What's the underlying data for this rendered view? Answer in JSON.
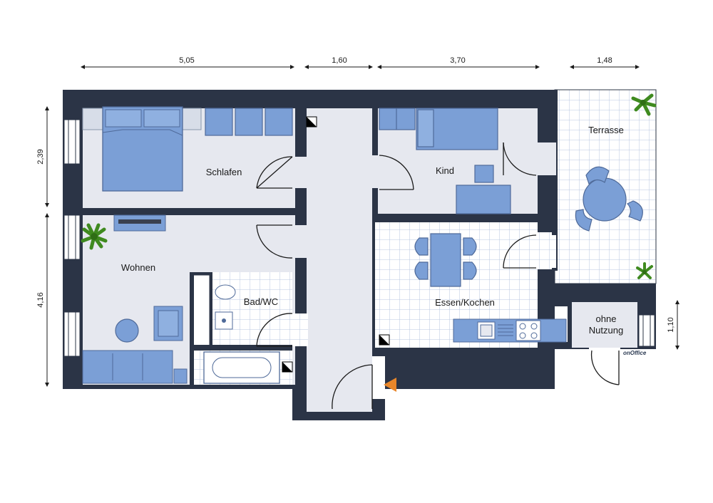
{
  "rooms": {
    "schlafen": "Schlafen",
    "kind": "Kind",
    "terrasse": "Terrasse",
    "wohnen": "Wohnen",
    "bad": "Bad/WC",
    "essen": "Essen/Kochen",
    "ohne_line1": "ohne",
    "ohne_line2": "Nutzung"
  },
  "dimensions": {
    "top": [
      "5,05",
      "1,60",
      "3,70",
      "1,48"
    ],
    "left": [
      "2,39",
      "4,16"
    ],
    "right": [
      "1,10"
    ]
  },
  "logo": "onOffice",
  "colors": {
    "wall": "#2b3446",
    "floor": "#e6e8ef",
    "furniture": "#7b9fd6",
    "tile_line": "#b9c7e0"
  }
}
